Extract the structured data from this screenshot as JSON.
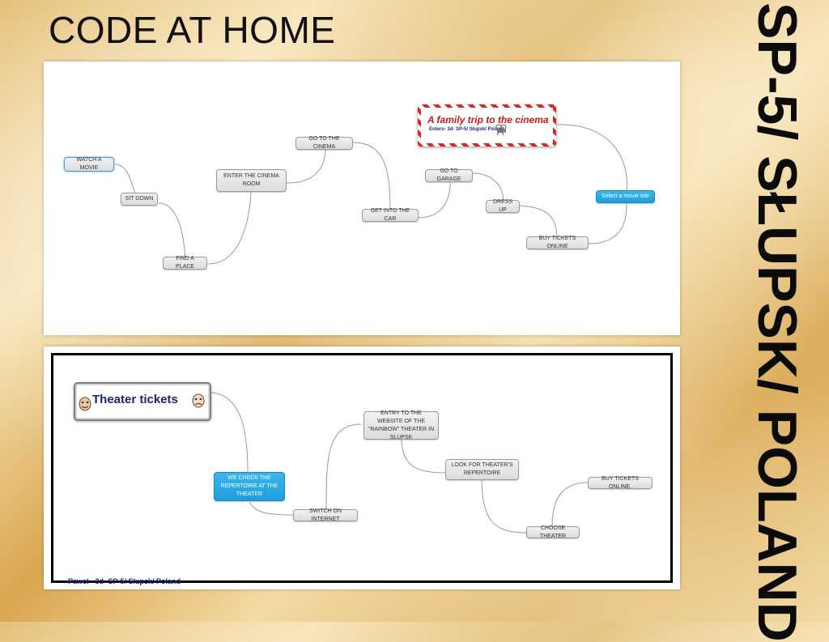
{
  "slide": {
    "title": "CODE AT HOME",
    "side_title": "SP-5/ SŁUPSK/ POLAND"
  },
  "map1": {
    "central": {
      "title": "A family trip to the cinema",
      "subtitle": "Enters- 3d- SP-5/ Słupsk/ Poland",
      "icon": "film-camera-icon"
    },
    "nodes": {
      "watch_movie": "WATCH A MOVIE",
      "sit_down": "SIT DOWN",
      "find_place": "FIND A PLACE",
      "enter_room": "ENTER THE CINEMA ROOM",
      "go_cinema": "GO TO THE CINEMA",
      "get_car": "GET INTO THE CAR",
      "go_garage": "GO TO GARAGE",
      "dress_up": "DRESS UP",
      "buy_tickets": "BUY TICKETS ONLINE",
      "select_movie": "Select a movie title"
    }
  },
  "map2": {
    "central": {
      "title": "Theater tickets",
      "icon_left": "theater-mask-icon",
      "icon_right": "theater-mask-icon"
    },
    "nodes": {
      "check_repertoire": "WE CHECK THE REPERTOIRE AT THE THEATER",
      "switch_internet": "SWITCH ON INTERNET",
      "entry_website": "ENTRY TO THE WEBSITE OF THE \"RAINBOW\" THEATER IN SLUPSK",
      "look_repertoire": "LOOK FOR THEATER'S REPERTOIRE",
      "choose_theater": "CHOOSE THEATER",
      "buy_tickets": "BUY TICKETS ONLINE."
    },
    "footer": "Paweł - 3d- SP-5/ Słupsk/ Poland"
  },
  "colors": {
    "accent_blue": "#1e9edb",
    "cinema_red": "#c41a1a",
    "theater_navy": "#1c2470"
  }
}
